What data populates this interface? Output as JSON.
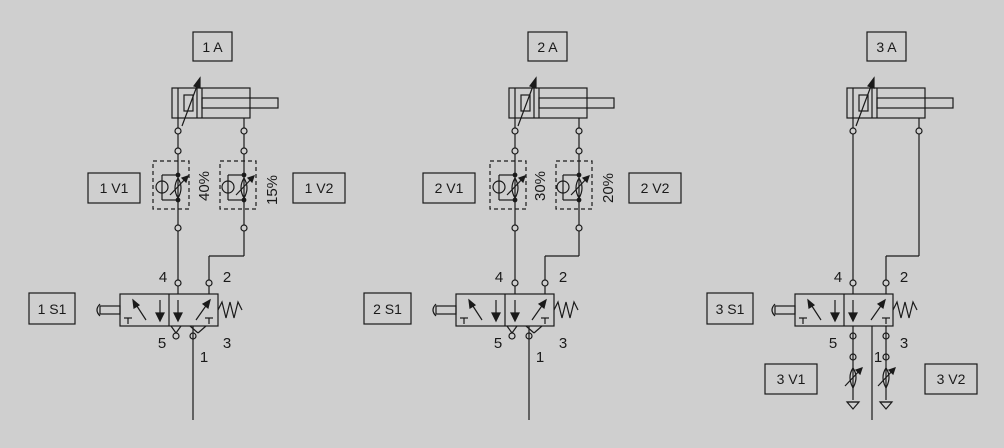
{
  "background": "#cfcfcf",
  "line_color": "#1a1a1a",
  "circuits": [
    {
      "cylinder": "1 A",
      "valve": "1 S1",
      "port_4": "4",
      "port_2": "2",
      "port_5": "5",
      "port_1": "1",
      "port_3": "3",
      "flow_left": {
        "tag": "1 V1",
        "pct": "40%"
      },
      "flow_right": {
        "tag": "1 V2",
        "pct": "15%"
      }
    },
    {
      "cylinder": "2 A",
      "valve": "2 S1",
      "port_4": "4",
      "port_2": "2",
      "port_5": "5",
      "port_1": "1",
      "port_3": "3",
      "flow_left": {
        "tag": "2 V1",
        "pct": "30%"
      },
      "flow_right": {
        "tag": "2 V2",
        "pct": "20%"
      }
    },
    {
      "cylinder": "3 A",
      "valve": "3 S1",
      "port_4": "4",
      "port_2": "2",
      "port_5": "5",
      "port_1": "1",
      "port_3": "3",
      "exhaust_left": {
        "tag": "3 V1"
      },
      "exhaust_right": {
        "tag": "3 V2"
      }
    }
  ]
}
